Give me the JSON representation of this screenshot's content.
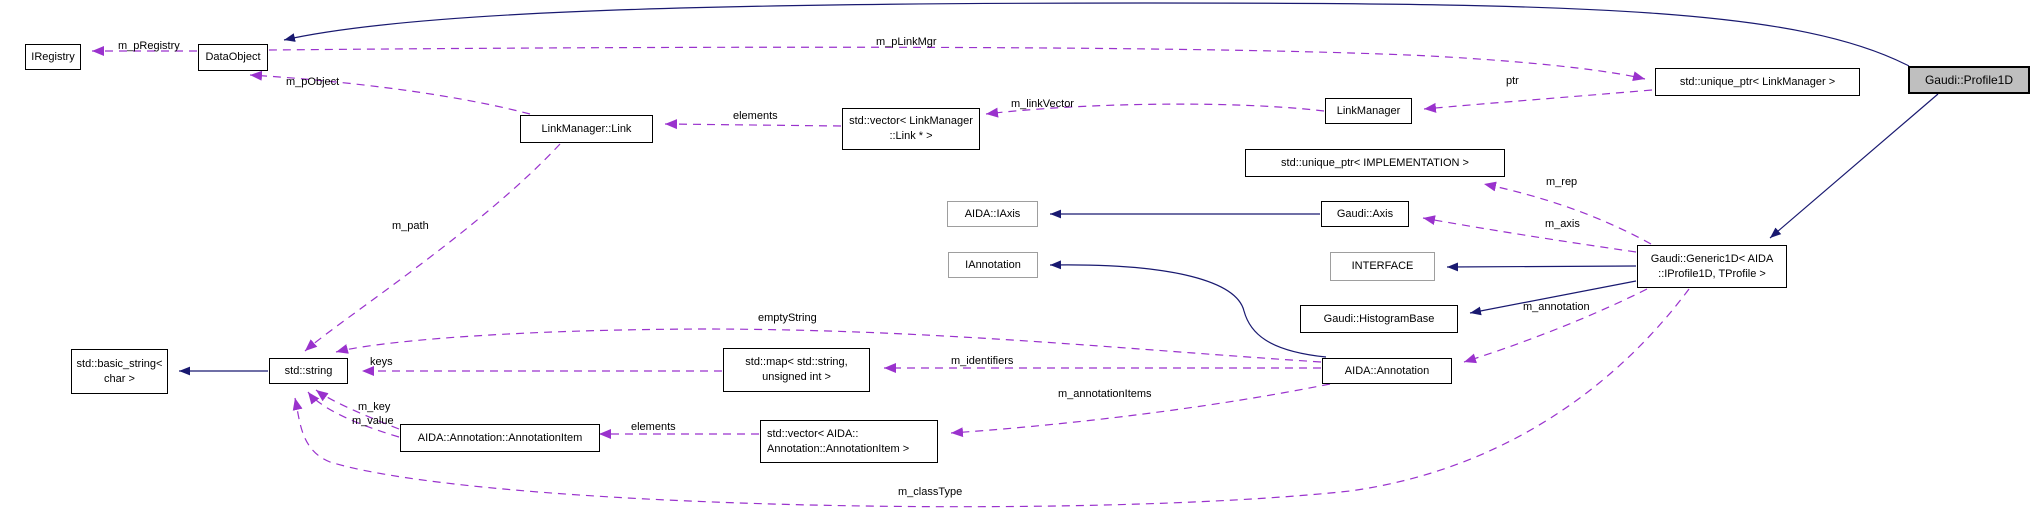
{
  "diagram_type": "collaboration-graph",
  "colors": {
    "inheritance_edge": "#191970",
    "usage_edge": "#9a32cd",
    "node_border": "#000000",
    "external_node_border": "#9e9e9e",
    "current_node_fill": "#bfbfbf",
    "background": "#ffffff"
  },
  "nodes": {
    "iregistry": {
      "label": "IRegistry"
    },
    "dataobject": {
      "label": "DataObject"
    },
    "linkmanager_link": {
      "label": "LinkManager::Link"
    },
    "vector_link": {
      "lines": [
        "std::vector< LinkManager",
        "::Link * >"
      ]
    },
    "linkmanager": {
      "label": "LinkManager"
    },
    "unique_ptr_linkmgr": {
      "label": "std::unique_ptr< LinkManager >"
    },
    "profile1d": {
      "label": "Gaudi::Profile1D"
    },
    "unique_ptr_impl": {
      "label": "std::unique_ptr< IMPLEMENTATION >"
    },
    "aida_iaxis": {
      "label": "AIDA::IAxis"
    },
    "gaudi_axis": {
      "label": "Gaudi::Axis"
    },
    "iannotation": {
      "label": "IAnnotation"
    },
    "interface": {
      "label": "INTERFACE"
    },
    "generic1d": {
      "lines": [
        "Gaudi::Generic1D< AIDA",
        "::IProfile1D, TProfile >"
      ]
    },
    "histogrambase": {
      "label": "Gaudi::HistogramBase"
    },
    "aida_annotation": {
      "label": "AIDA::Annotation"
    },
    "basic_string": {
      "lines": [
        "std::basic_string<",
        "char >"
      ]
    },
    "std_string": {
      "label": "std::string"
    },
    "std_map": {
      "lines": [
        "std::map< std::string,",
        "unsigned int >"
      ]
    },
    "annotation_item": {
      "label": "AIDA::Annotation::AnnotationItem"
    },
    "vector_annotation_item": {
      "lines": [
        "std::vector< AIDA::",
        "Annotation::AnnotationItem >"
      ]
    }
  },
  "edge_labels": {
    "m_pRegistry": "m_pRegistry",
    "m_pLinkMgr": "m_pLinkMgr",
    "m_pObject": "m_pObject",
    "elements_links": "elements",
    "m_linkVector": "m_linkVector",
    "ptr": "ptr",
    "m_rep": "m_rep",
    "m_axis": "m_axis",
    "m_path": "m_path",
    "m_annotation": "m_annotation",
    "emptyString": "emptyString",
    "m_identifiers": "m_identifiers",
    "keys": "keys",
    "m_annotationItems": "m_annotationItems",
    "m_key": "m_key",
    "m_value": "m_value",
    "elements_items": "elements",
    "m_classType": "m_classType"
  }
}
